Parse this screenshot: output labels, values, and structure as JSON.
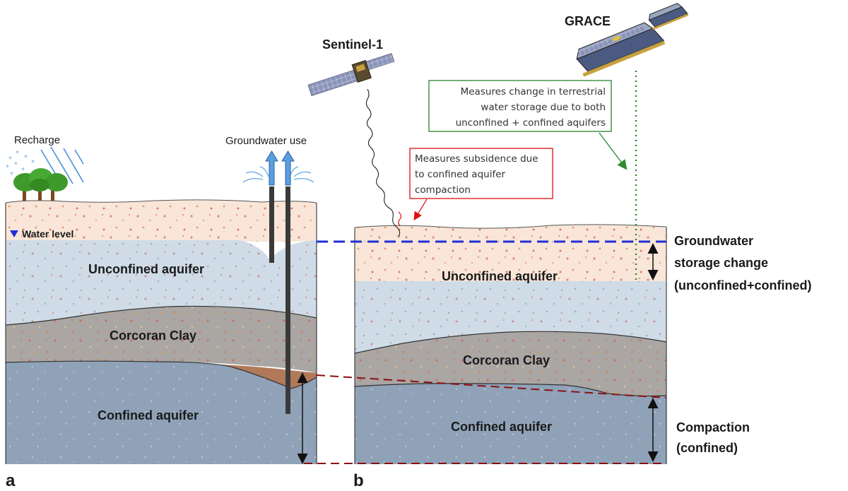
{
  "panel_a": {
    "panel_letter": "a",
    "recharge": "Recharge",
    "groundwater_use": "Groundwater use",
    "water_level": "Water level",
    "unconfined": "Unconfined aquifer",
    "clay": "Corcoran Clay",
    "confined": "Confined aquifer"
  },
  "panel_b": {
    "panel_letter": "b",
    "unconfined": "Unconfined aquifer",
    "clay": "Corcoran Clay",
    "confined": "Confined aquifer"
  },
  "satellites": {
    "sentinel": "Sentinel-1",
    "grace": "GRACE"
  },
  "callouts": {
    "sentinel_box": [
      "Measures subsidence due",
      "to confined aquifer",
      "compaction"
    ],
    "grace_box": [
      "Measures change in terrestrial",
      "water storage due to both",
      "unconfined + confined aquifers"
    ]
  },
  "right_labels": {
    "storage": [
      "Groundwater",
      "storage change",
      "(unconfined+confined)"
    ],
    "compaction": [
      "Compaction",
      "(confined)"
    ]
  },
  "colors": {
    "sand": "#f9e6d8",
    "unconfined_water": "#cfdce8",
    "clay": "#a9a6a4",
    "confined": "#8fa2b8",
    "blue_dash": "#1f2fd6",
    "red_dash": "#8b1010",
    "sentinel_box": "#e02020",
    "grace_box": "#3c8a3c",
    "tree": "#3e9a2a",
    "arrow_blue": "#5a9ee0"
  }
}
